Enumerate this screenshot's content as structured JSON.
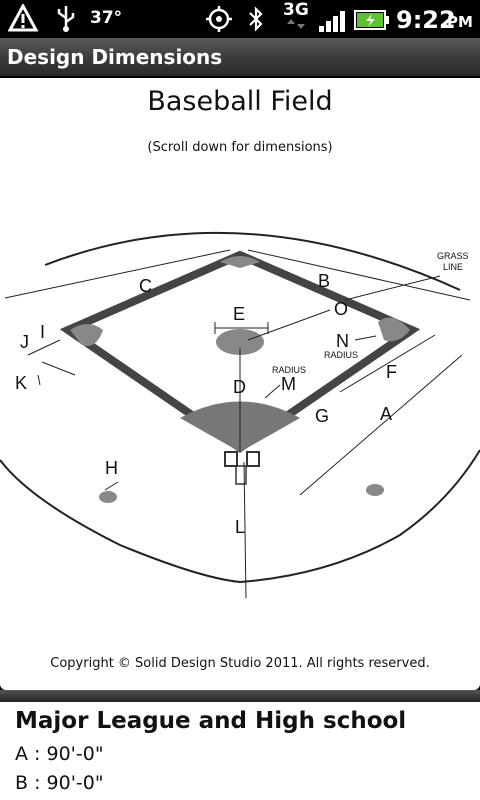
{
  "status_bar": {
    "temperature": "37°",
    "network": "3G",
    "time": "9:22",
    "ampm": "PM",
    "icons": [
      "warning-triangle-icon",
      "usb-icon",
      "gps-icon",
      "bluetooth-icon",
      "signal-icon",
      "battery-icon"
    ]
  },
  "title_bar": {
    "title": "Design Dimensions"
  },
  "image": {
    "title": "Baseball Field",
    "subtitle": "(Scroll down for dimensions)",
    "labels": {
      "A": "A",
      "B": "B",
      "C": "C",
      "D": "D",
      "E": "E",
      "F": "F",
      "G": "G",
      "H": "H",
      "I": "I",
      "J": "J",
      "K": "K",
      "L": "L",
      "M": "M",
      "N": "N",
      "O": "O",
      "radius_m": "RADIUS",
      "radius_n": "RADIUS",
      "grass": "GRASS",
      "line": "LINE"
    },
    "copyright": "Copyright © Solid Design Studio 2011. All rights reserved."
  },
  "dimensions": {
    "heading": "Major League and High school",
    "rows": [
      "A : 90'-0\"",
      "B : 90'-0\""
    ]
  }
}
